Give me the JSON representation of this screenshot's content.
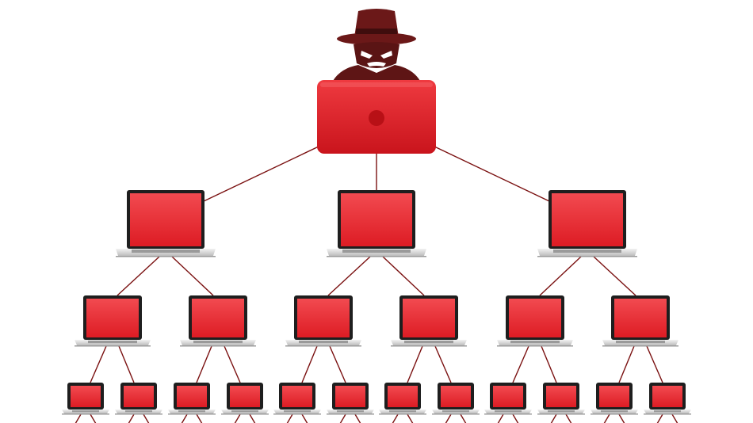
{
  "scene": {
    "subject": "hacker-botnet-network",
    "background_color": "#ffffff",
    "colors": {
      "screen_red": "#e8232a",
      "screen_red_light": "#f5454b",
      "hacker_dark": "#5e1515",
      "hacker_mid": "#7a1d1d",
      "link_line": "#7a1010",
      "laptop_base": "#d8d8d8",
      "laptop_bezel": "#1e1e1e"
    },
    "tiers": [
      {
        "name": "tier-1",
        "laptop_count": 3,
        "links_from": "hacker"
      },
      {
        "name": "tier-2",
        "laptop_count": 6,
        "links_from": "tier-1",
        "links_per_parent": 2
      },
      {
        "name": "tier-3",
        "laptop_count": 12,
        "links_from": "tier-2",
        "links_per_parent": 2
      }
    ]
  }
}
